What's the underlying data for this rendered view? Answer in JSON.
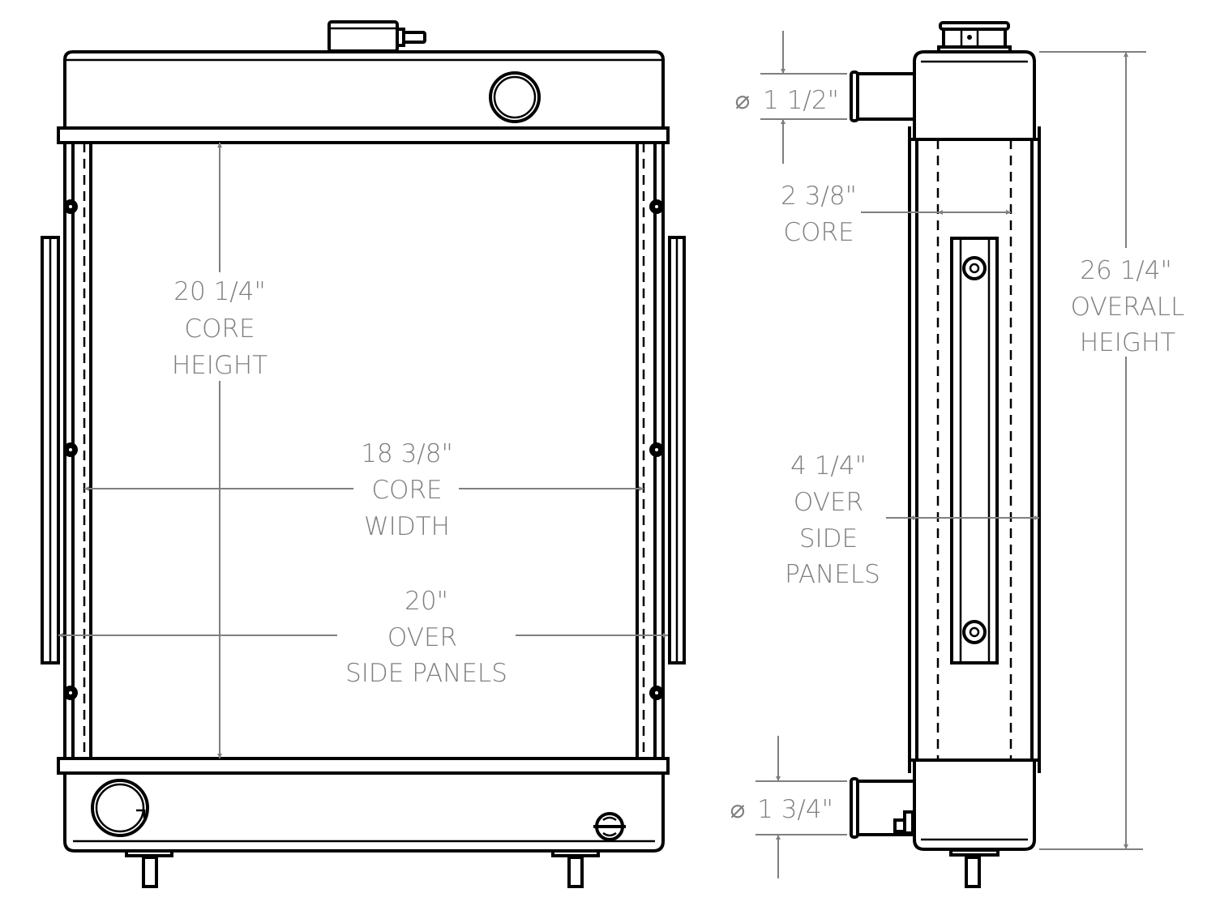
{
  "drawing": {
    "title": "Radiator dimensional drawing",
    "line_color": "#000000",
    "dimension_color": "#7f7f7f",
    "views": [
      "front-view",
      "side-view"
    ]
  },
  "front_view": {
    "core_height": {
      "value": "20 1/4\"",
      "label1": "CORE",
      "label2": "HEIGHT"
    },
    "core_width": {
      "value": "18 3/8\"",
      "label1": "CORE",
      "label2": "WIDTH"
    },
    "over_side_panels": {
      "value": "20\"",
      "label1": "OVER",
      "label2": "SIDE PANELS"
    }
  },
  "side_view": {
    "inlet_diameter": {
      "symbol": "⌀",
      "value": "1 1/2\""
    },
    "core_depth": {
      "value": "2 3/8\"",
      "label1": "CORE"
    },
    "over_side_panels": {
      "value": "4 1/4\"",
      "label1": "OVER",
      "label2": "SIDE",
      "label3": "PANELS"
    },
    "overall_height": {
      "value": "26 1/4\"",
      "label1": "OVERALL",
      "label2": "HEIGHT"
    },
    "outlet_diameter": {
      "symbol": "⌀",
      "value": "1 3/4\""
    }
  }
}
